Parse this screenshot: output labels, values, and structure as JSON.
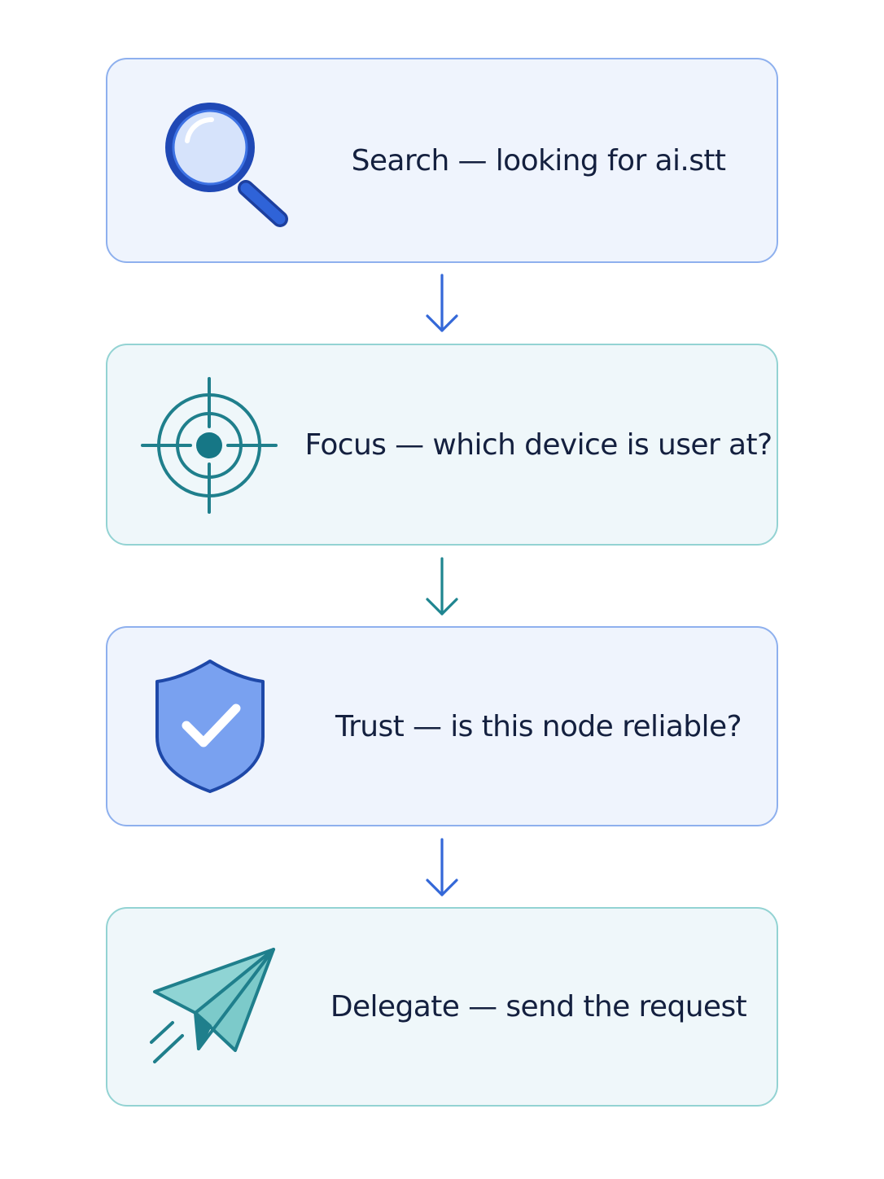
{
  "steps": [
    {
      "label": "Search — looking for ai.stt",
      "icon": "magnifying-glass-icon"
    },
    {
      "label": "Focus — which device is user at?",
      "icon": "crosshair-target-icon"
    },
    {
      "label": "Trust — is this node reliable?",
      "icon": "shield-check-icon"
    },
    {
      "label": "Delegate — send the request",
      "icon": "paper-plane-icon"
    }
  ],
  "colors": {
    "blue_accent": "#2d5fd9",
    "teal_accent": "#1f8590",
    "blue_card_bg": "#eff4fd",
    "teal_card_bg": "#eff7fa",
    "text": "#14203f"
  }
}
